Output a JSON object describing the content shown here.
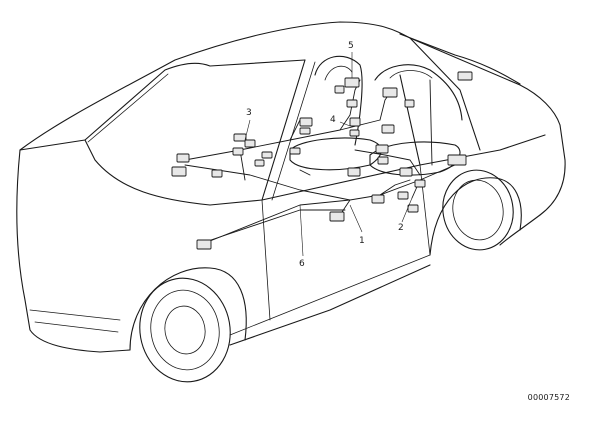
{
  "diagram": {
    "callouts": [
      {
        "id": "1",
        "label": "1"
      },
      {
        "id": "2",
        "label": "2"
      },
      {
        "id": "3",
        "label": "3"
      },
      {
        "id": "4",
        "label": "4"
      },
      {
        "id": "5",
        "label": "5"
      },
      {
        "id": "6",
        "label": "6"
      }
    ],
    "reference_number": "00007572"
  }
}
